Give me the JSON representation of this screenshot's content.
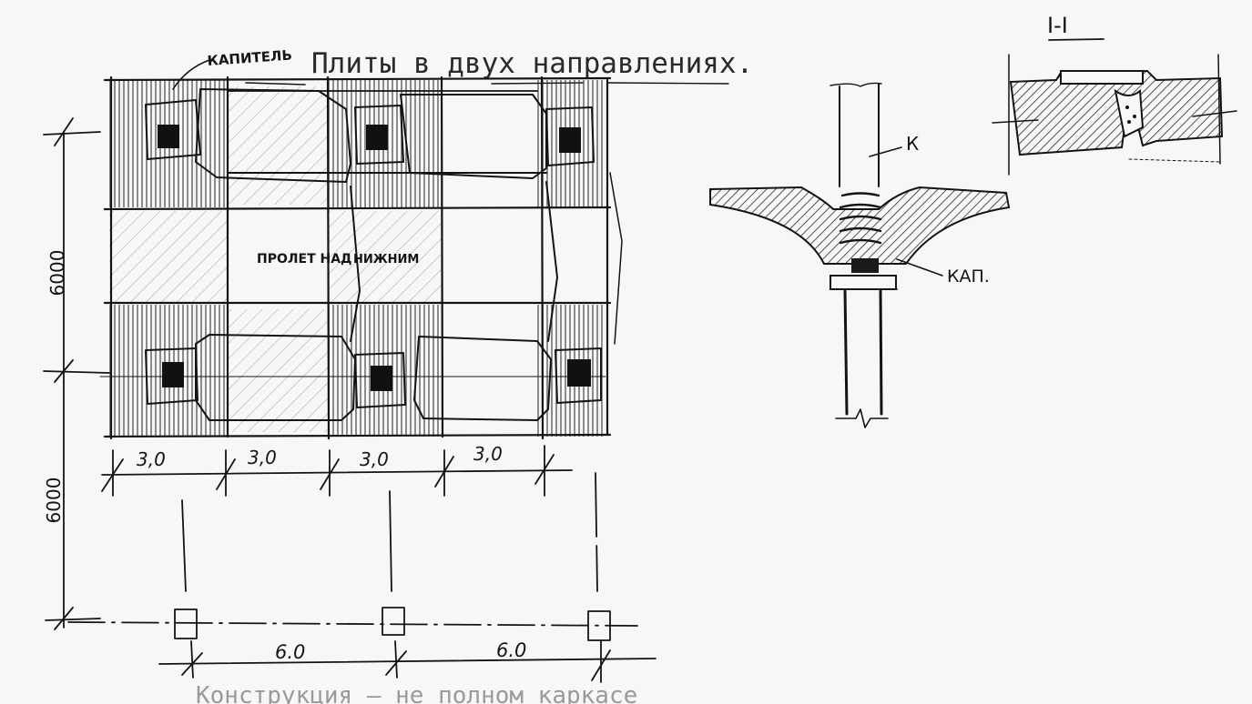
{
  "heading": "Плиты в двух направлениях.",
  "labels": {
    "capitel": "КАПИТЕЛЬ",
    "span_upper": "ПРОЛЕТ НАД",
    "span_lower": "НИЖНИМ",
    "column_k": "К",
    "cap_kap": "КАП.",
    "section_mark": "I-I"
  },
  "dimensions": {
    "vertical_top": "6000",
    "vertical_bottom": "6000",
    "strip_1": "3,0",
    "strip_2": "3,0",
    "strip_3": "3,0",
    "strip_4": "3,0",
    "bay_1": "6.0",
    "bay_2": "6.0"
  },
  "footer_text": "Конструкция — не полном каркасе"
}
